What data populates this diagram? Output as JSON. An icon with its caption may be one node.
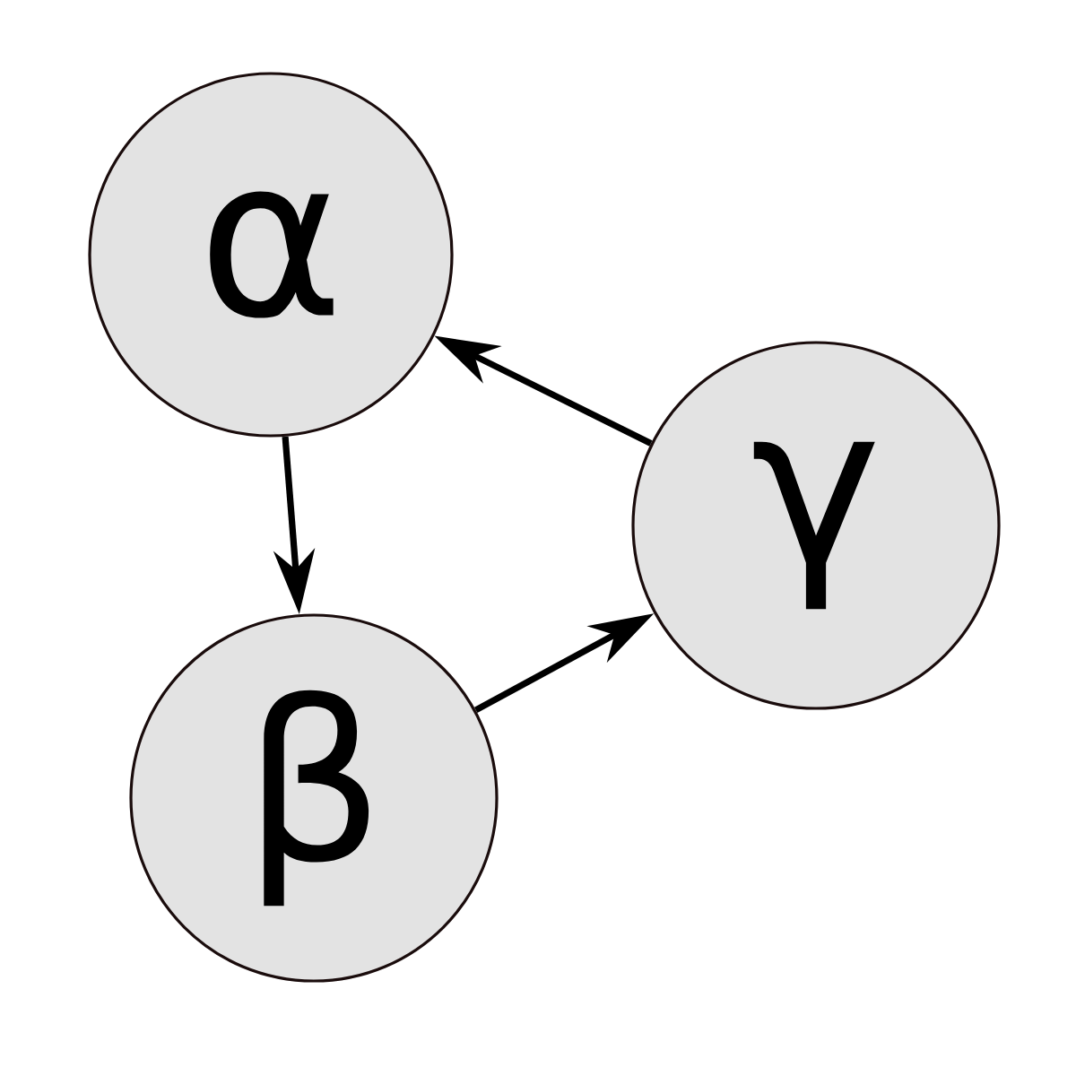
{
  "diagram": {
    "nodes": [
      {
        "text": [
          "α"
        ]
      },
      {
        "text": [
          "β"
        ]
      },
      {
        "text": [
          "γ"
        ]
      }
    ],
    "edges": [
      {
        "from": 0,
        "to": 1,
        "arrow": "to"
      },
      {
        "from": 1,
        "to": 2,
        "arrow": "to"
      },
      {
        "from": 2,
        "to": 0,
        "arrow": "to"
      }
    ]
  }
}
